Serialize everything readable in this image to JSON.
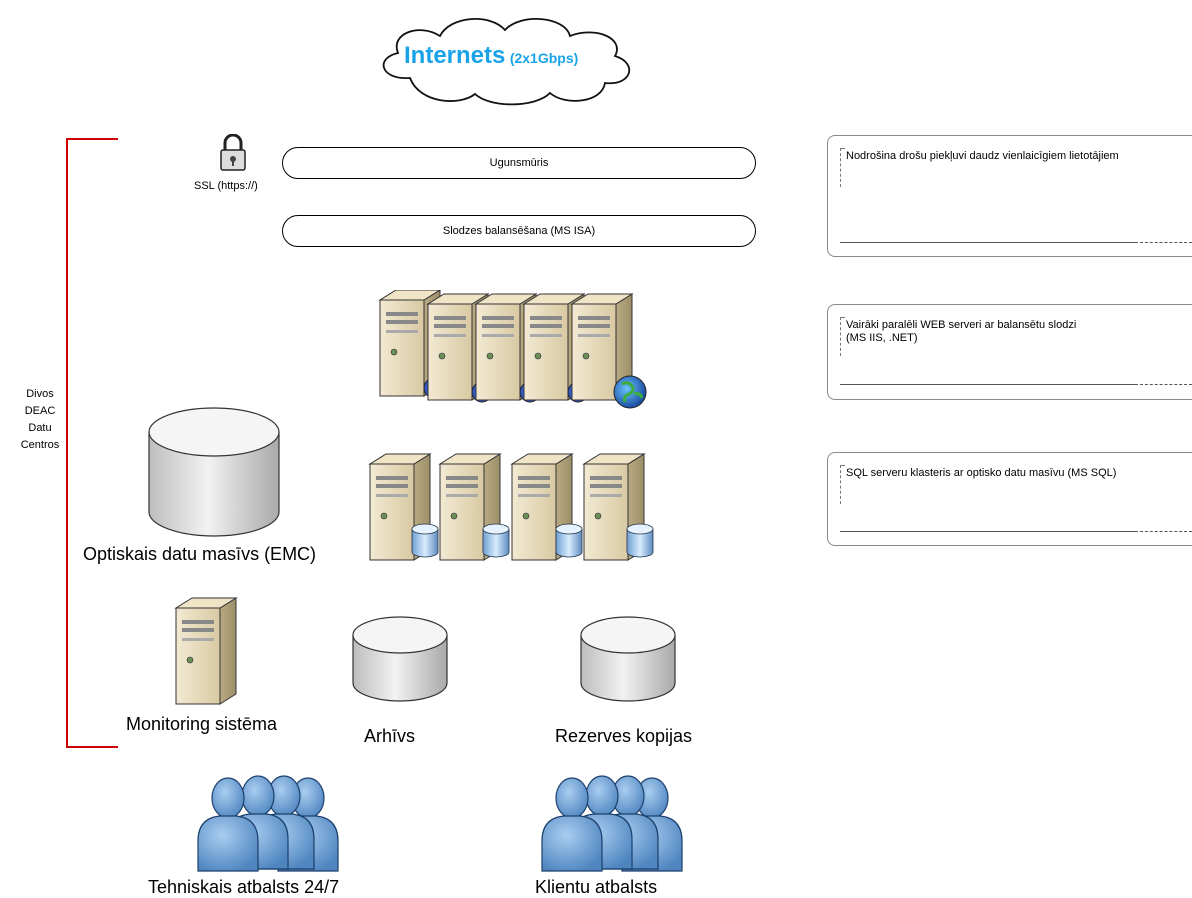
{
  "cloud": {
    "title": "Internets",
    "subtitle": "(2x1Gbps)"
  },
  "ssl_label": "SSL (https://)",
  "bars": {
    "firewall": "Ugunsmūris",
    "load_balancer": "Slodzes balansēšana (MS ISA)"
  },
  "bracket_label": "Divos\nDEAC\nDatu\nCentros",
  "notes": [
    "Nodrošina drošu piekļuvi daudz vienlaicīgiem lietotājiem",
    "Vairāki paralēli WEB serveri ar balansētu slodzi\n(MS IIS, .NET)",
    "SQL serveru klasteris ar optisko datu masīvu (MS SQL)"
  ],
  "labels": {
    "storage": "Optiskais datu masīvs (EMC)",
    "monitoring": "Monitoring sistēma",
    "archive": "Arhīvs",
    "backup": "Rezerves kopijas",
    "tech_support": "Tehniskais atbalsts 24/7",
    "client_support": "Klientu atbalsts"
  },
  "colors": {
    "cloud_text": "#1aa3e8",
    "bracket": "#cc0000",
    "server_body": "#e8dcbf",
    "server_side": "#c2b48e",
    "people": "#6fa5d8",
    "disk_top": "#f4f4f4",
    "disk_side": "#d2d2d2"
  }
}
